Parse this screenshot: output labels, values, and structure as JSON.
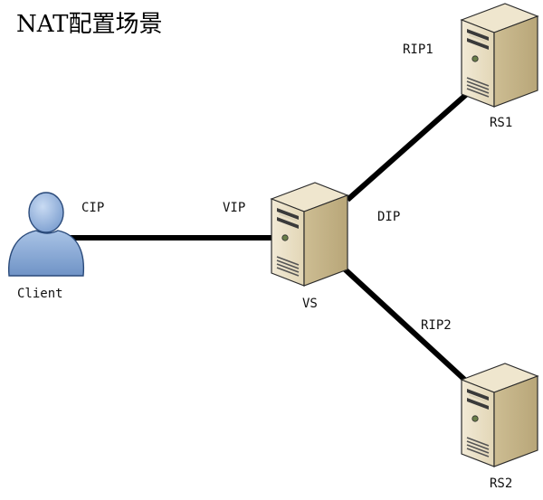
{
  "title": "NAT配置场景",
  "client": {
    "name": "Client",
    "ip_label": "CIP"
  },
  "director": {
    "name": "VS",
    "vip_label": "VIP",
    "dip_label": "DIP"
  },
  "servers": [
    {
      "name": "RS1",
      "ip_label": "RIP1"
    },
    {
      "name": "RS2",
      "ip_label": "RIP2"
    }
  ]
}
